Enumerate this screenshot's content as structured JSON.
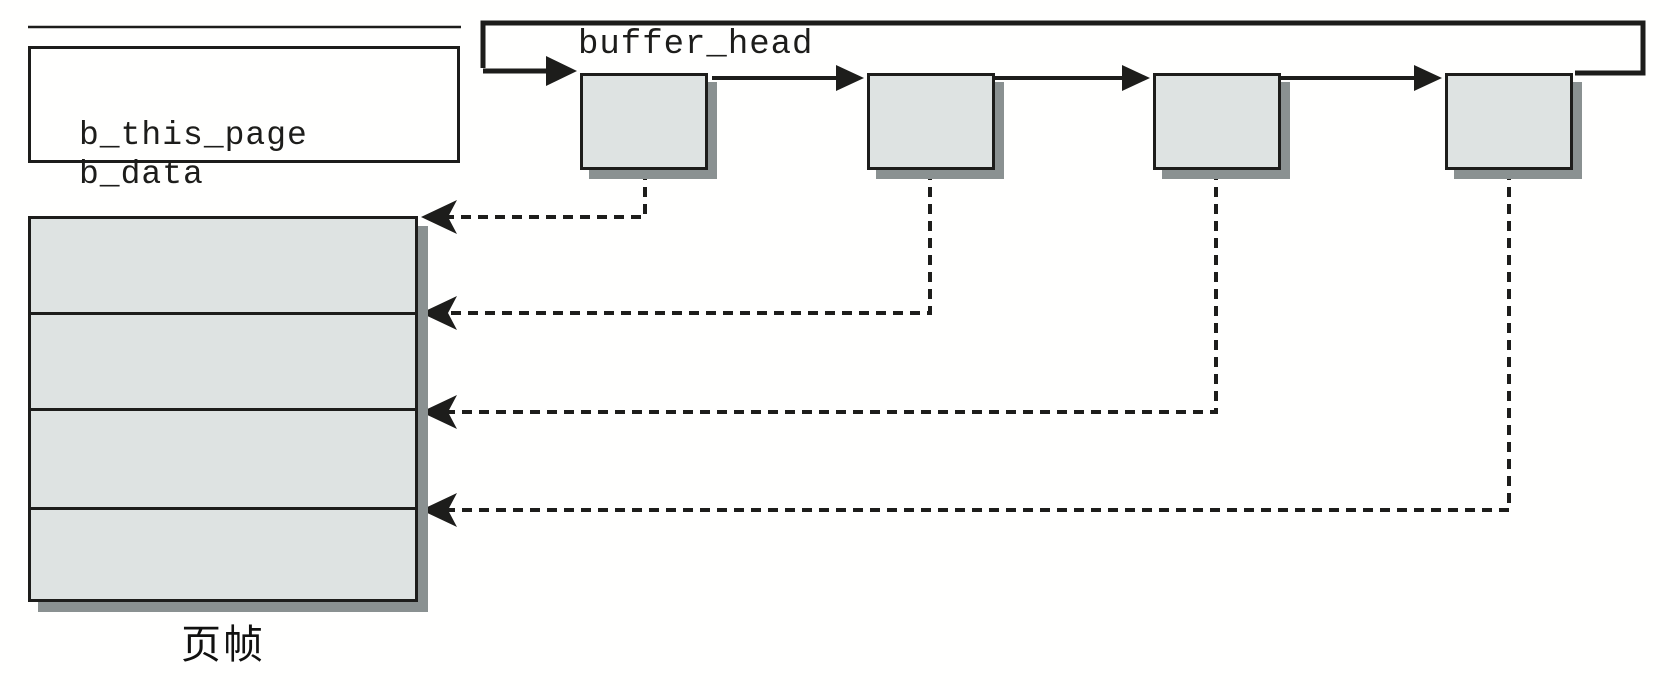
{
  "legend": {
    "items": [
      {
        "label": "b_this_page",
        "style": "solid-arrow"
      },
      {
        "label": "b_data",
        "style": "dashed-arrow"
      }
    ]
  },
  "chain": {
    "label": "buffer_head",
    "node_count": 4
  },
  "page_frame": {
    "label": "页帧",
    "block_count": 4
  },
  "colors": {
    "line": "#1d1d1b",
    "box_fill": "#dee3e2",
    "shadow": "#8a9191",
    "background": "#fffffe"
  }
}
